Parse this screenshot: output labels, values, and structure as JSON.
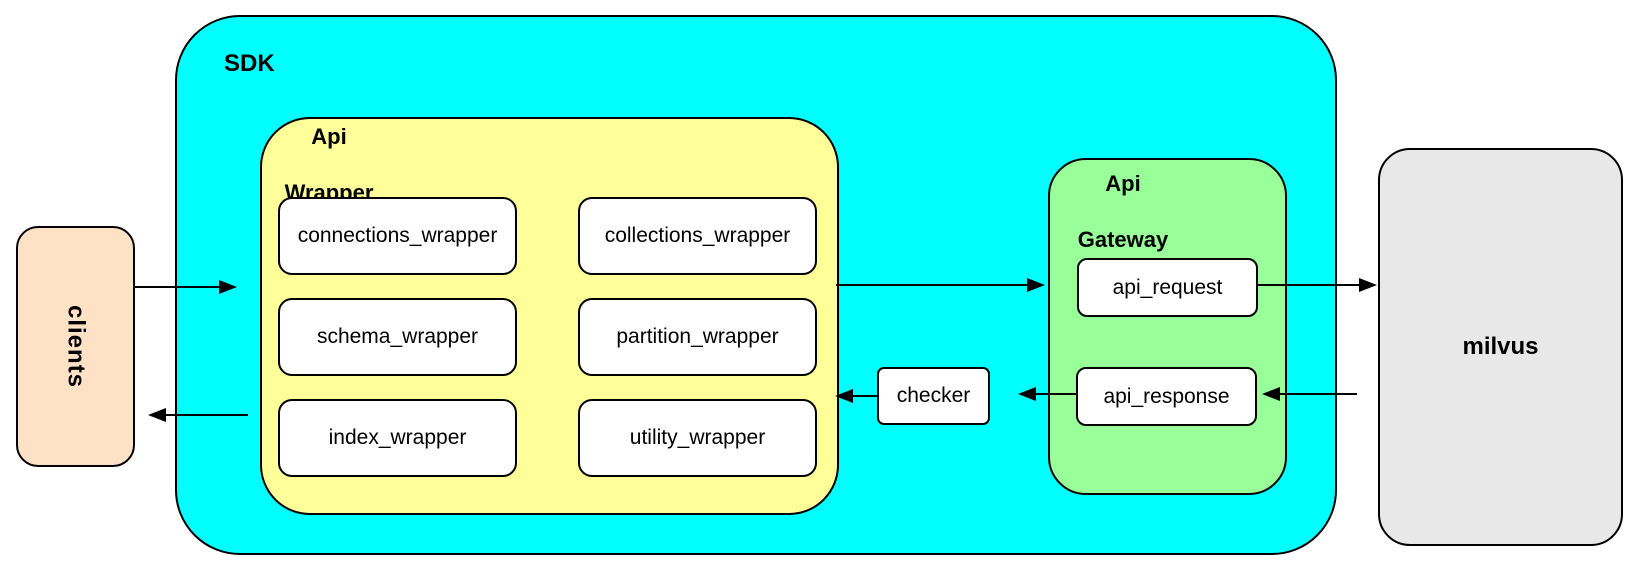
{
  "diagram": {
    "clients_label": "clients",
    "sdk_label": "SDK",
    "api_wrapper": {
      "label_line1": "Api",
      "label_line2": "Wrapper",
      "boxes": [
        "connections_wrapper",
        "collections_wrapper",
        "schema_wrapper",
        "partition_wrapper",
        "index_wrapper",
        "utility_wrapper"
      ]
    },
    "checker_label": "checker",
    "api_gateway": {
      "label_line1": "Api",
      "label_line2": "Gateway",
      "request_label": "api_request",
      "response_label": "api_response"
    },
    "milvus_label": "milvus",
    "colors": {
      "sdk_fill": "#00FFFF",
      "api_wrapper_fill": "#FFFF99",
      "api_gateway_fill": "#99FF99",
      "clients_fill": "#FFE2C6",
      "milvus_fill": "#E8E8E8",
      "leaf_fill": "#FFFFFF",
      "border": "#000000"
    }
  }
}
